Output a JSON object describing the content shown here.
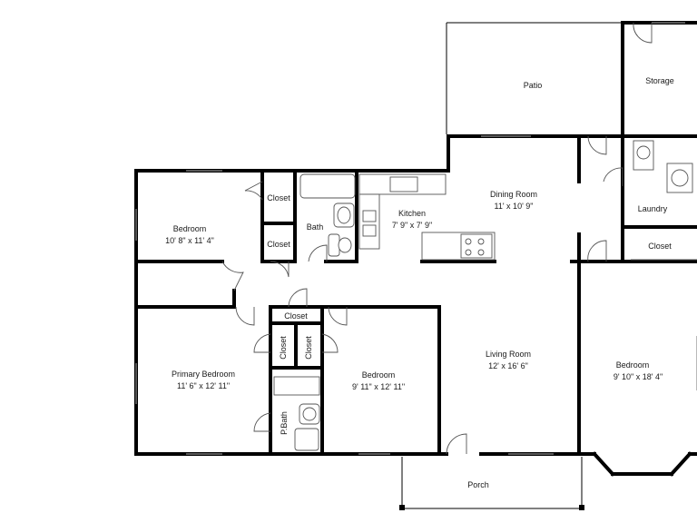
{
  "plan": {
    "rooms": [
      {
        "id": "patio",
        "name": "Patio",
        "dims": ""
      },
      {
        "id": "storage",
        "name": "Storage",
        "dims": ""
      },
      {
        "id": "bedroom_nw",
        "name": "Bedroom",
        "dims": "10' 8\" x 11' 4\""
      },
      {
        "id": "closet_1",
        "name": "Closet",
        "dims": ""
      },
      {
        "id": "closet_2",
        "name": "Closet",
        "dims": ""
      },
      {
        "id": "bath",
        "name": "Bath",
        "dims": ""
      },
      {
        "id": "kitchen",
        "name": "Kitchen",
        "dims": "7' 9\" x 7' 9\""
      },
      {
        "id": "dining",
        "name": "Dining Room",
        "dims": "11' x 10' 9\""
      },
      {
        "id": "laundry",
        "name": "Laundry",
        "dims": ""
      },
      {
        "id": "closet_e",
        "name": "Closet",
        "dims": ""
      },
      {
        "id": "closet_hall",
        "name": "Closet",
        "dims": ""
      },
      {
        "id": "closet_v1",
        "name": "Closet",
        "dims": ""
      },
      {
        "id": "closet_v2",
        "name": "Closet",
        "dims": ""
      },
      {
        "id": "primary",
        "name": "Primary Bedroom",
        "dims": "11' 6\" x 12' 11\""
      },
      {
        "id": "pbath",
        "name": "P.Bath",
        "dims": ""
      },
      {
        "id": "bedroom_mid",
        "name": "Bedroom",
        "dims": "9' 11\" x 12' 11\""
      },
      {
        "id": "living",
        "name": "Living Room",
        "dims": "12' x 16' 6\""
      },
      {
        "id": "bedroom_e",
        "name": "Bedroom",
        "dims": "9' 10\" x 18' 4\""
      },
      {
        "id": "porch",
        "name": "Porch",
        "dims": ""
      }
    ]
  }
}
